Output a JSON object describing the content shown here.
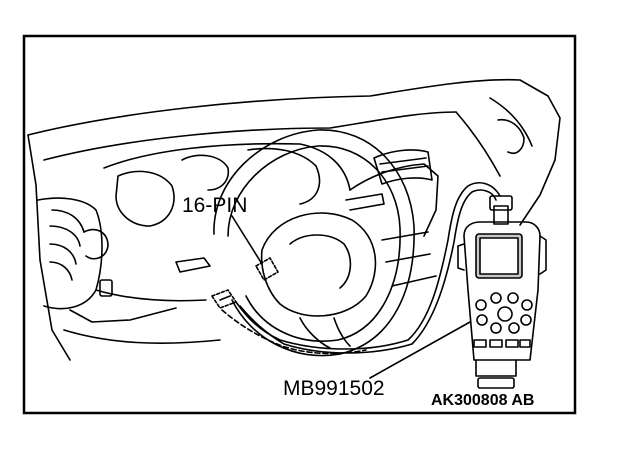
{
  "labels": {
    "connector": "16-PIN",
    "tool_part_number": "MB991502",
    "figure_code": "AK300808 AB"
  },
  "colors": {
    "line": "#000000",
    "background": "#ffffff",
    "screen": "#c8c8c8"
  },
  "icons": {
    "scan_tool": "handheld-diagnostic-tester",
    "connector": "diagnostic-connector",
    "steering_wheel": "steering-wheel"
  }
}
